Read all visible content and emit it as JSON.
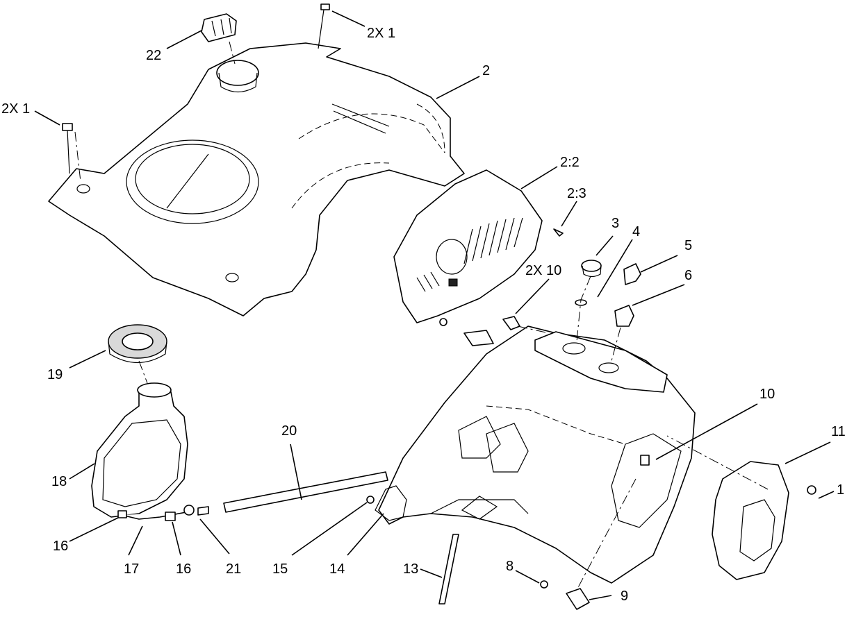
{
  "callouts": {
    "c_2x1_top": "2X  1",
    "c_22": "22",
    "c_2": "2",
    "c_2x1_left": "2X 1",
    "c_2_2": "2:2",
    "c_2_3": "2:3",
    "c_3": "3",
    "c_4": "4",
    "c_5": "5",
    "c_6": "6",
    "c_2x10": "2X  10",
    "c_10": "10",
    "c_11": "11",
    "c_1": "1",
    "c_19": "19",
    "c_20": "20",
    "c_18": "18",
    "c_16a": "16",
    "c_17": "17",
    "c_16b": "16",
    "c_21": "21",
    "c_15": "15",
    "c_14": "14",
    "c_13": "13",
    "c_8": "8",
    "c_9": "9"
  }
}
